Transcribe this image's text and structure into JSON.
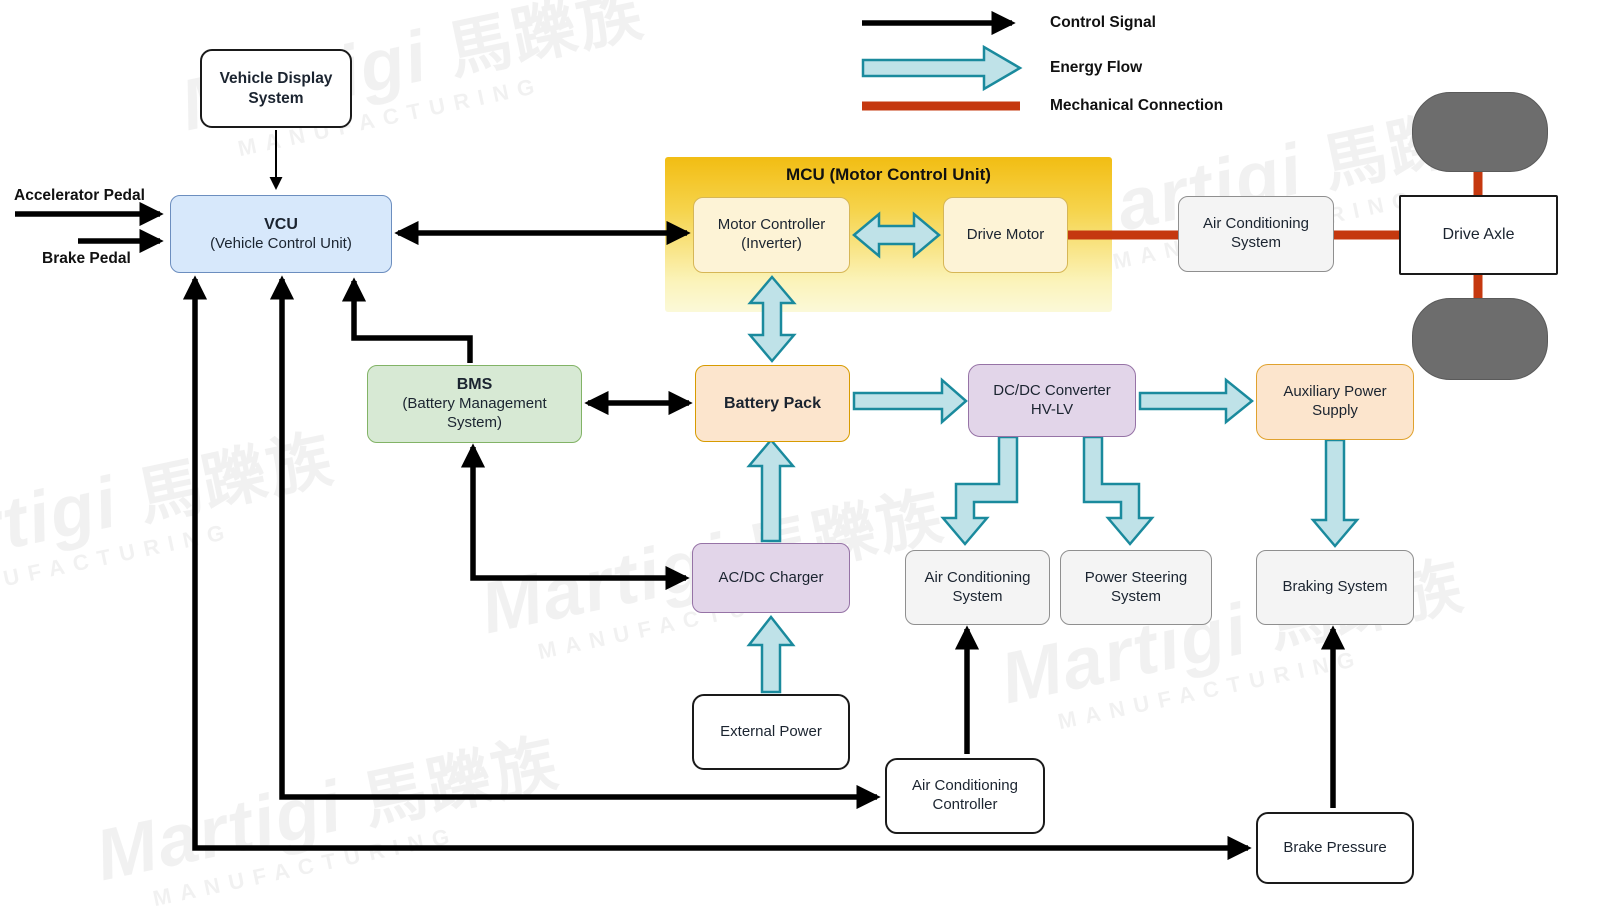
{
  "legend": {
    "items": [
      {
        "label": "Control Signal",
        "type": "control-signal",
        "color": "#000000"
      },
      {
        "label": "Energy Flow",
        "type": "energy-flow",
        "fill": "#bfe2e8",
        "stroke": "#1a8a9d"
      },
      {
        "label": "Mechanical Connection",
        "type": "mechanical-connection",
        "color": "#c5380f"
      }
    ]
  },
  "inputs": {
    "accelerator_pedal": "Accelerator Pedal",
    "brake_pedal": "Brake Pedal"
  },
  "nodes": {
    "vehicle_display": {
      "line1": "Vehicle Display",
      "line2": "System"
    },
    "vcu": {
      "title": "VCU",
      "subtitle": "(Vehicle Control Unit)"
    },
    "mcu": {
      "title": "MCU (Motor Control Unit)"
    },
    "motor_controller": {
      "line1": "Motor Controller",
      "line2": "(Inverter)"
    },
    "drive_motor": {
      "label": "Drive Motor"
    },
    "ac_system_top": {
      "line1": "Air Conditioning",
      "line2": "System"
    },
    "drive_axle": {
      "label": "Drive Axle"
    },
    "bms": {
      "title": "BMS",
      "line2": "(Battery Management",
      "line3": "System)"
    },
    "battery_pack": {
      "label": "Battery Pack"
    },
    "dcdc_converter": {
      "line1": "DC/DC Converter",
      "line2": "HV-LV"
    },
    "aux_power": {
      "line1": "Auxiliary Power",
      "line2": "Supply"
    },
    "ac_system_mid": {
      "line1": "Air Conditioning",
      "line2": "System"
    },
    "power_steering": {
      "line1": "Power Steering",
      "line2": "System"
    },
    "braking_system": {
      "label": "Braking System"
    },
    "acdc_charger": {
      "label": "AC/DC Charger"
    },
    "external_power": {
      "label": "External Power"
    },
    "ac_controller": {
      "line1": "Air Conditioning",
      "line2": "Controller"
    },
    "brake_pressure": {
      "label": "Brake Pressure"
    }
  },
  "watermark": {
    "brand": "Martigi",
    "cjk": "馬躒族",
    "sub": "MANUFACTURING"
  },
  "colors": {
    "control_signal": "#000000",
    "energy_flow_fill": "#bfe2e8",
    "energy_flow_stroke": "#1a8a9d",
    "mechanical": "#c5380f",
    "vcu_fill": "#d7e8fb",
    "vcu_stroke": "#6c8ebf",
    "bms_fill": "#d7e9d4",
    "bms_stroke": "#82b366",
    "battery_fill": "#fce5cd",
    "battery_stroke": "#d79b00",
    "purple_fill": "#e2d5e9",
    "purple_stroke": "#9673a6",
    "cream_fill": "#fdf3d6",
    "cream_stroke": "#d6b656",
    "gray_fill": "#f4f4f4",
    "gray_stroke": "#8f8f8f",
    "mcu_gradient_top": "#f2bd13",
    "mcu_gradient_bottom": "#fbf9d8",
    "wheel_fill": "#6d6d6d"
  }
}
